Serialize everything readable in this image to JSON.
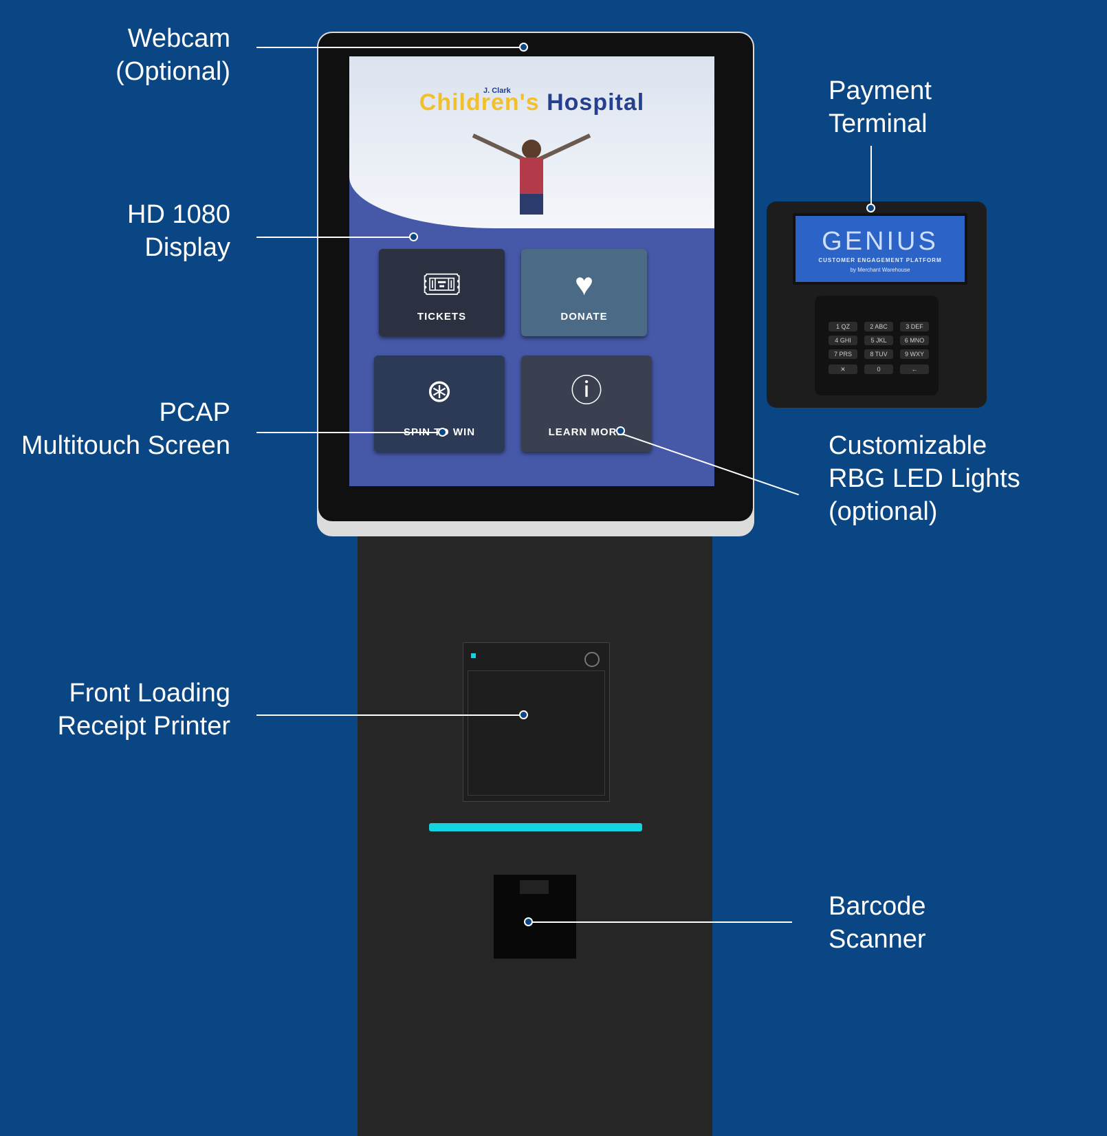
{
  "callouts": {
    "webcam": "Webcam\n(Optional)",
    "display": "HD 1080\nDisplay",
    "pcap": "PCAP\nMultitouch Screen",
    "printer": "Front Loading\nReceipt Printer",
    "payment": "Payment\nTerminal",
    "led": "Customizable\nRBG LED Lights\n(optional)",
    "barcode": "Barcode\nScanner"
  },
  "kiosk_screen": {
    "brand_small": "J. Clark",
    "brand_part1": "Children's",
    "brand_part2": "Hospital",
    "tiles": [
      {
        "label": "TICKETS",
        "icon": "ticket-icon"
      },
      {
        "label": "DONATE",
        "icon": "donate-hand-heart-icon"
      },
      {
        "label": "SPIN TO WIN",
        "icon": "prize-wheel-icon"
      },
      {
        "label": "LEARN MORE",
        "icon": "info-icon"
      }
    ]
  },
  "payment_terminal": {
    "brand": "GENIUS",
    "subtitle": "CUSTOMER ENGAGEMENT PLATFORM",
    "byline": "by Merchant Warehouse",
    "keys": [
      "1 QZ",
      "2 ABC",
      "3 DEF",
      "4 GHI",
      "5 JKL",
      "6 MNO",
      "7 PRS",
      "8 TUV",
      "9 WXY",
      "✕",
      "0",
      "←"
    ]
  },
  "colors": {
    "background": "#0a4683",
    "screen_blue": "#4659a9",
    "led": "#12d3df",
    "brand_yellow": "#f1c12d",
    "brand_navy": "#25408f"
  }
}
